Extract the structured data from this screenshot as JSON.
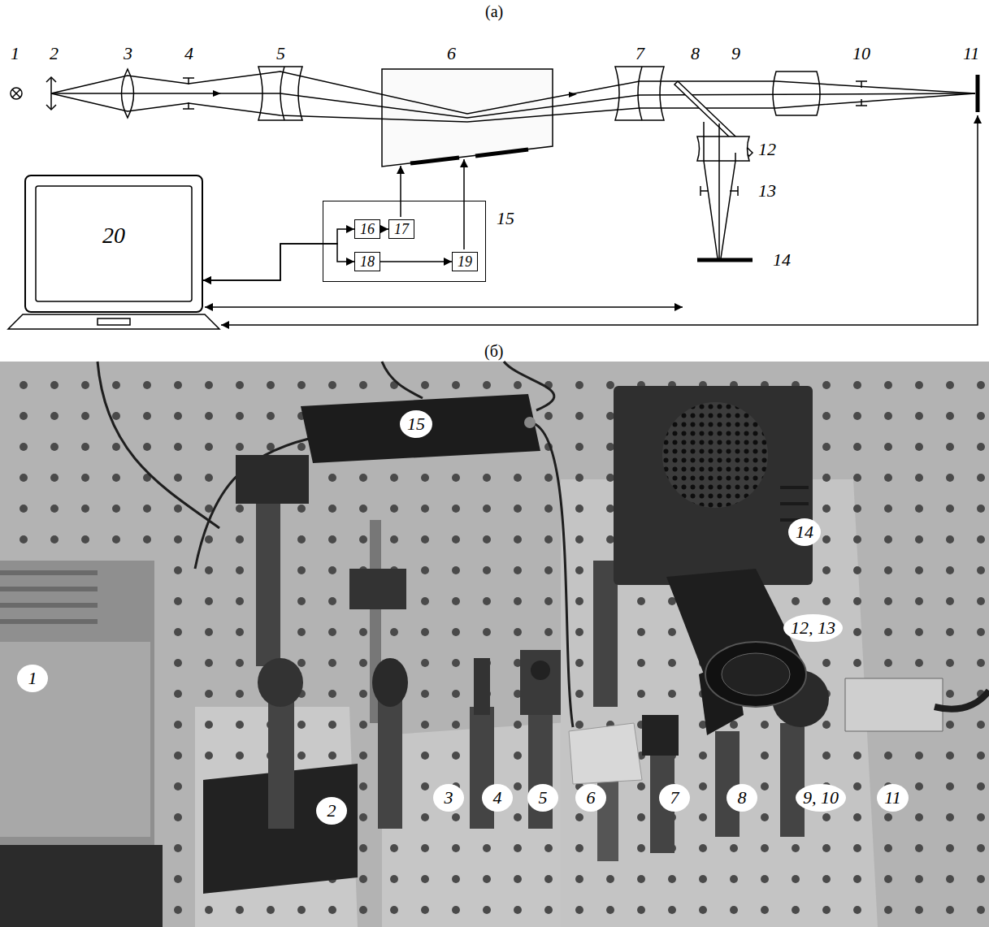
{
  "diagram": {
    "nodes": [
      {
        "text": [
          "20"
        ]
      },
      {
        "text": [
          "15"
        ]
      },
      {
        "text": [
          "16"
        ],
        "in": 1
      },
      {
        "text": [
          "17"
        ],
        "in": 1
      },
      {
        "text": [
          "18"
        ],
        "in": 1
      },
      {
        "text": [
          "19"
        ],
        "in": 1
      },
      {
        "text": [
          "15"
        ]
      },
      {
        "text": [
          "14"
        ]
      },
      {
        "text": [
          "12, 13"
        ]
      },
      {
        "text": [
          "1"
        ]
      },
      {
        "text": [
          "2"
        ]
      },
      {
        "text": [
          "3"
        ]
      },
      {
        "text": [
          "4"
        ]
      },
      {
        "text": [
          "5"
        ]
      },
      {
        "text": [
          "6"
        ]
      },
      {
        "text": [
          "7"
        ]
      },
      {
        "text": [
          "8"
        ]
      },
      {
        "text": [
          "9, 10"
        ]
      },
      {
        "text": [
          "11"
        ]
      }
    ],
    "edges": [
      {
        "from": 0,
        "to": 2,
        "arrow": "both"
      },
      {
        "from": 0,
        "to": 4,
        "arrow": "both"
      },
      {
        "from": 2,
        "to": 3,
        "arrow": "to"
      },
      {
        "from": 4,
        "to": 5,
        "arrow": "to"
      }
    ],
    "labels": [
      "(а)",
      "1",
      "2",
      "3",
      "4",
      "5",
      "6",
      "7",
      "8",
      "9",
      "10",
      "11",
      "12",
      "13",
      "14",
      "(б)"
    ]
  }
}
